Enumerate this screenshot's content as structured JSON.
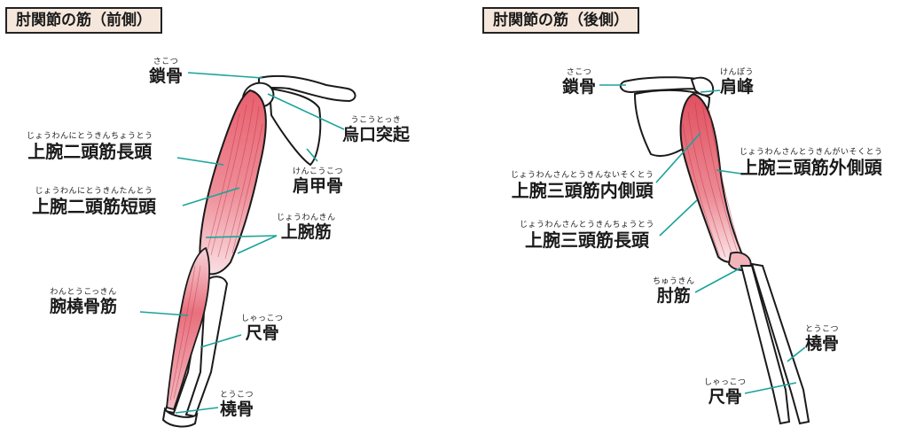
{
  "titles": {
    "left": "肘関節の筋（前側）",
    "right": "肘関節の筋（後側）"
  },
  "colors": {
    "muscle": "#e35b6a",
    "leader_line": "#1aa39a",
    "title_bg": "#f6e7dc"
  },
  "left_labels": [
    {
      "ruby": "さこつ",
      "name": "鎖骨"
    },
    {
      "ruby": "うこうとっき",
      "name": "烏口突起"
    },
    {
      "ruby": "けんこうこつ",
      "name": "肩甲骨"
    },
    {
      "ruby": "じょうわんにとうきんちょうとう",
      "name": "上腕二頭筋長頭"
    },
    {
      "ruby": "じょうわんにとうきんたんとう",
      "name": "上腕二頭筋短頭"
    },
    {
      "ruby": "じょうわんきん",
      "name": "上腕筋"
    },
    {
      "ruby": "わんとうこっきん",
      "name": "腕橈骨筋"
    },
    {
      "ruby": "しゃっこつ",
      "name": "尺骨"
    },
    {
      "ruby": "とうこつ",
      "name": "橈骨"
    }
  ],
  "right_labels": [
    {
      "ruby": "さこつ",
      "name": "鎖骨"
    },
    {
      "ruby": "けんぽう",
      "name": "肩峰"
    },
    {
      "ruby": "じょうわんさんとうきんがいそくとう",
      "name": "上腕三頭筋外側頭"
    },
    {
      "ruby": "じょうわんさんとうきんないそくとう",
      "name": "上腕三頭筋内側頭"
    },
    {
      "ruby": "じょうわんさんとうきんちょうとう",
      "name": "上腕三頭筋長頭"
    },
    {
      "ruby": "ちゅうきん",
      "name": "肘筋"
    },
    {
      "ruby": "とうこつ",
      "name": "橈骨"
    },
    {
      "ruby": "しゃっこつ",
      "name": "尺骨"
    }
  ]
}
